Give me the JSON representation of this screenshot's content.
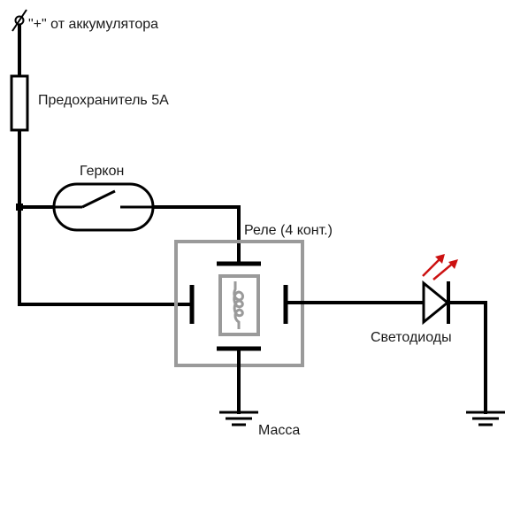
{
  "labels": {
    "battery": "\"+\" от аккумулятора",
    "fuse": "Предохранитель 5А",
    "reed_switch": "Геркон",
    "relay": "Реле (4 конт.)",
    "leds": "Светодиоды",
    "ground": "Масса"
  },
  "colors": {
    "wire": "#000000",
    "relay_box": "#9a9a9a",
    "led_light_arrows": "#cc1111",
    "background": "#ffffff"
  },
  "icons": {
    "battery_terminal": "open-circle-terminal",
    "fuse": "fuse-symbol",
    "reed_switch": "reed-switch-symbol",
    "relay": "relay-symbol",
    "coil": "coil-symbol",
    "led": "led-diode-symbol",
    "ground": "ground-symbol"
  }
}
